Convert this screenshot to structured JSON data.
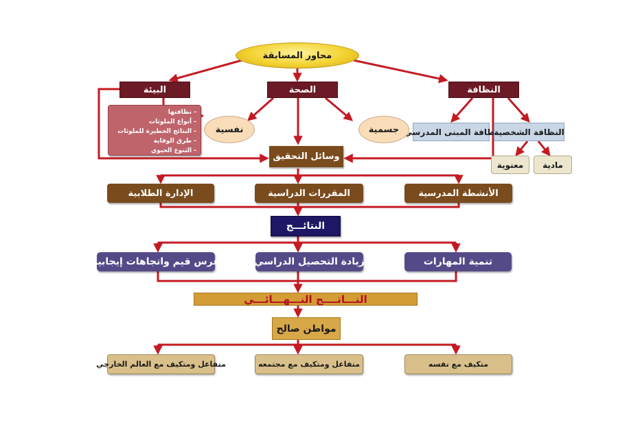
{
  "root": "محاور المسابقة",
  "level1": {
    "cleanliness": "النظافة",
    "health": "الصحة",
    "environment": "البيئة"
  },
  "cleanliness_children": {
    "building": "نظافة المبنى المدرسي",
    "personal": "النظافة الشخصية"
  },
  "personal_children": {
    "material": "مادية",
    "moral": "معنوية"
  },
  "health_children": {
    "physical": "جسمية",
    "psychological": "نفسية"
  },
  "environment_items": [
    "- نظافتها",
    "- أنواع الملوثات",
    "- النتائج الخطيرة للملوثات",
    "- طرق الوقاية",
    "- التنوع الحيوي"
  ],
  "verification": "وسائل التحقيق",
  "areas": {
    "activities": "الأنشطة المدرسية",
    "curricula": "المقررات الدراسية",
    "admin": "الإدارة الطلابية"
  },
  "results": "النتائـــج",
  "outcomes": {
    "skills": "تنمية المهارات",
    "achievement": "زيادة التحصيل الدراسي",
    "values": "غرس قيم واتجاهات إيجابية"
  },
  "final_result": "النـــاتــــج النـــهـــائـــي",
  "citizen": "مواطن صالح",
  "adaptations": {
    "self": "متكيف مع نفسه",
    "society": "متفاعل ومتكيف مع مجتمعه",
    "world": "متفاعل ومتكيف مع العالم الخارجي"
  },
  "colors": {
    "connector": "#c41a22",
    "dark_header": "#6b1a26",
    "brown": "#7a4b1d",
    "purple": "#554a88",
    "navy": "#1d1766",
    "gold": "#d49c35"
  }
}
